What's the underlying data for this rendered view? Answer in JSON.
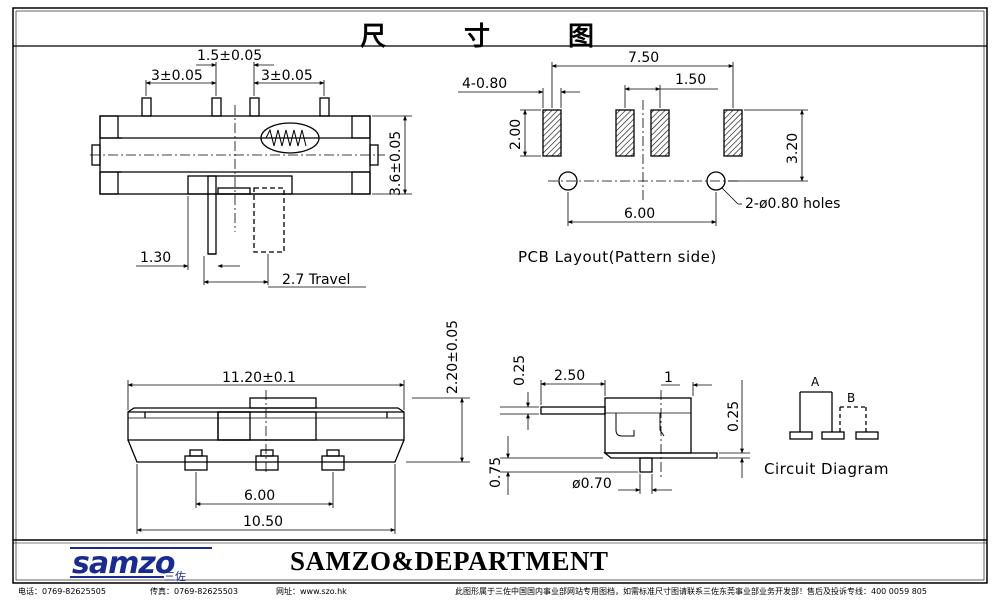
{
  "header": {
    "title_chars": [
      "尺",
      "寸",
      "图"
    ]
  },
  "top_view": {
    "dim_center_pitch": "1.5±0.05",
    "dim_left_pitch": "3±0.05",
    "dim_right_pitch": "3±0.05",
    "dim_height": "3.6±0.05",
    "dim_lever": "1.30",
    "dim_travel": "2.7 Travel"
  },
  "pcb_layout": {
    "dim_total_width": "7.50",
    "dim_pad_width": "4-0.80",
    "dim_pad_pitch": "1.50",
    "dim_pad_height": "2.00",
    "dim_row_height": "3.20",
    "dim_hole_spacing": "6.00",
    "dim_holes": "2-ø0.80 holes",
    "caption": "PCB Layout(Pattern side)"
  },
  "front_view": {
    "dim_width_top": "11.20±0.1",
    "dim_height": "2.20±0.05",
    "dim_pin_span": "6.00",
    "dim_body_width": "10.50"
  },
  "side_view": {
    "dim_lever_thick": "0.25",
    "dim_lever_len": "2.50",
    "dim_one": "1",
    "dim_right_025": "0.25",
    "dim_pin_height": "0.75",
    "dim_pin_dia": "ø0.70"
  },
  "circuit": {
    "label_a": "A",
    "label_b": "B",
    "caption": "Circuit Diagram"
  },
  "footer": {
    "brand": "SAMZO&DEPARTMENT",
    "logo_word": "samzo",
    "logo_sub": "三佐",
    "phone": "电话：0769-82625505",
    "fax": "传真：0769-82625503",
    "website": "网址：www.szo.hk",
    "notice": "此图形属于三佐中国国内事业部网站专用图档，如需标准尺寸图请联系三佐东莞事业部业务开发部！售后及投诉专线：400 0059 805"
  },
  "colors": {
    "line": "#000000",
    "logo": "#1b2a8f"
  }
}
